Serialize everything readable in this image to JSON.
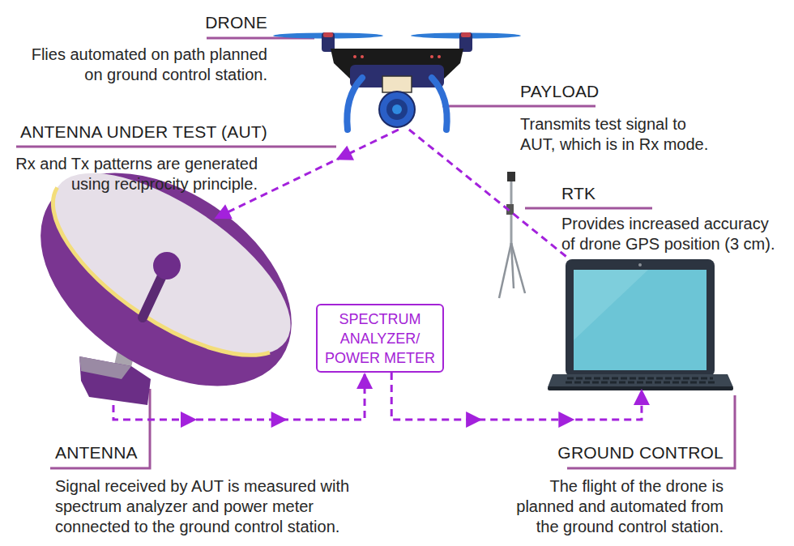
{
  "diagram": {
    "nodes": [
      {
        "text": [
          "DRONE",
          "Flies automated on path planned on ground control station.",
          "PAYLOAD",
          "Transmits test signal to AUT, which is in Rx mode."
        ]
      },
      {
        "text": [
          "ANTENNA UNDER TEST (AUT)",
          "Rx and Tx patterns are generated using reciprocity principle.",
          "ANTENNA",
          "Signal received by AUT is measured with spectrum analyzer and power meter connected to the ground control station."
        ]
      },
      {
        "text": [
          "RTK",
          "Provides increased accuracy of drone GPS position (3 cm)."
        ]
      },
      {
        "text": [
          "SPECTRUM ANALYZER/ POWER METER"
        ]
      },
      {
        "text": [
          "GROUND CONTROL",
          "The flight of the drone is planned and automated from the ground control station."
        ]
      }
    ],
    "edges": [
      {
        "from": 0,
        "to": 1,
        "arrow": "to"
      },
      {
        "from": 1,
        "to": 3,
        "arrow": "to"
      },
      {
        "from": 3,
        "to": 4,
        "arrow": "to"
      },
      {
        "from": 0,
        "to": 4,
        "arrow": "none"
      }
    ]
  }
}
